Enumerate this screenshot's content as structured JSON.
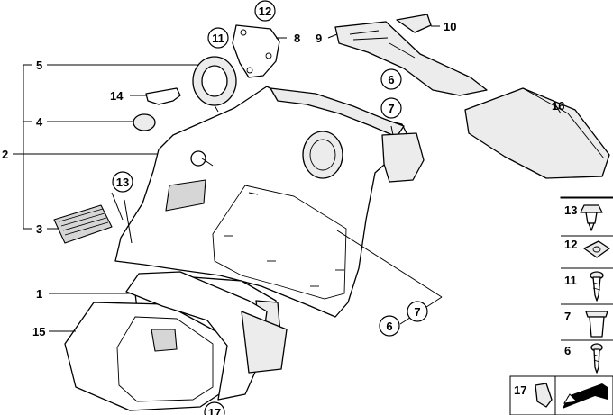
{
  "labels": {
    "p1": "1",
    "p2": "2",
    "p3": "3",
    "p4": "4",
    "p5": "5",
    "p6_mid": "6",
    "p7_mid": "7",
    "p6_low": "6",
    "p7_low": "7",
    "p8": "8",
    "p9": "9",
    "p10": "10",
    "p11": "11",
    "p12": "12",
    "p13": "13",
    "p14": "14",
    "p15": "15",
    "p16": "16",
    "p17": "17"
  },
  "legend": {
    "items": [
      "13",
      "12",
      "11",
      "7",
      "6"
    ],
    "bottom": "17"
  }
}
